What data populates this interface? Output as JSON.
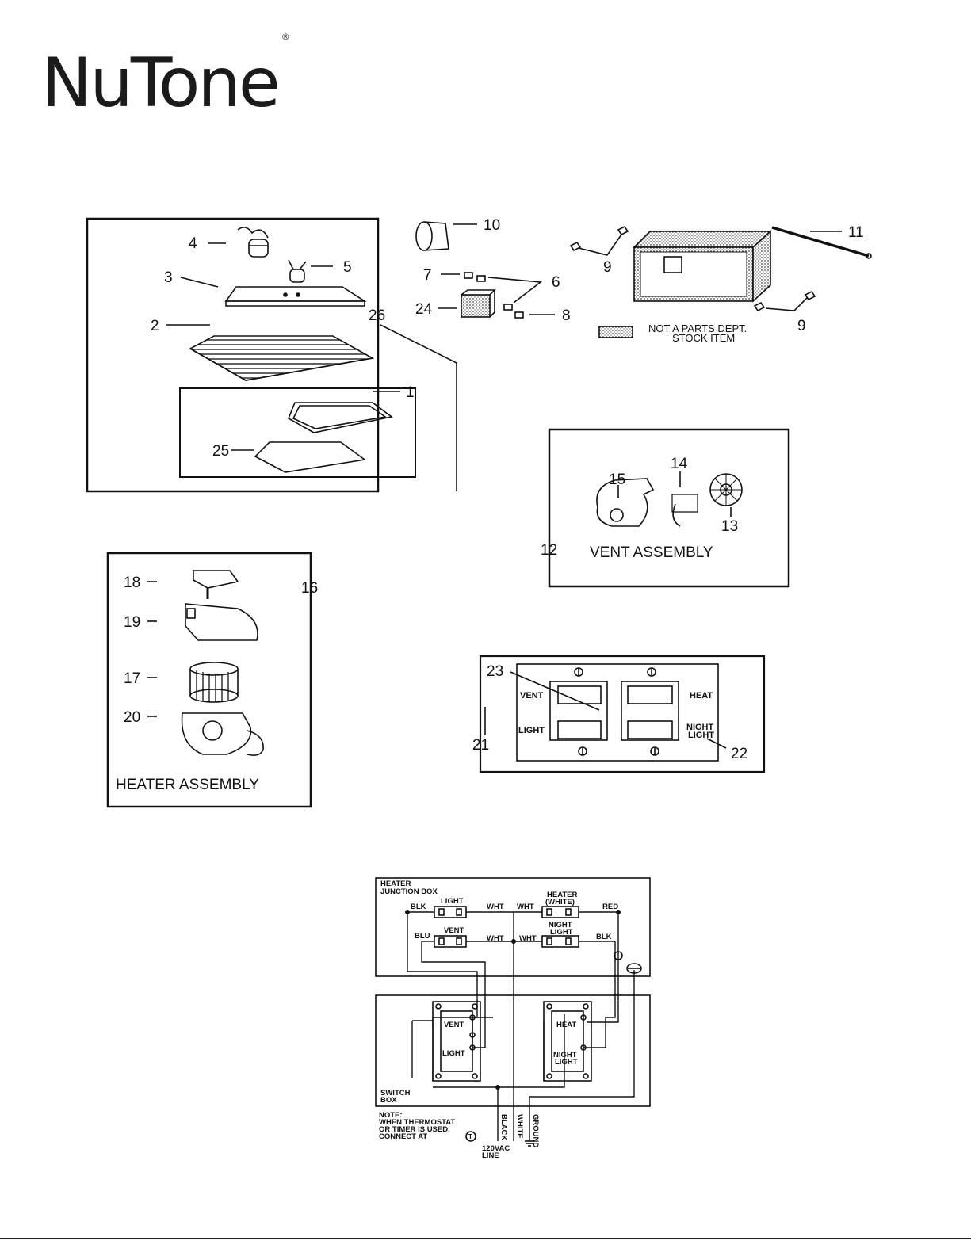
{
  "brand": {
    "name": "NuTone",
    "mark": "®"
  },
  "callouts": {
    "c1": "1",
    "c2": "2",
    "c3": "3",
    "c4": "4",
    "c5": "5",
    "c6": "6",
    "c7": "7",
    "c8": "8",
    "c9a": "9",
    "c9b": "9",
    "c10": "10",
    "c11": "11",
    "c12": "12",
    "c13": "13",
    "c14": "14",
    "c15": "15",
    "c16": "16",
    "c17": "17",
    "c18": "18",
    "c19": "19",
    "c20": "20",
    "c21": "21",
    "c22": "22",
    "c23": "23",
    "c24": "24",
    "c25": "25",
    "c26": "26"
  },
  "notes": {
    "not_stock_line1": "NOT A PARTS DEPT.",
    "not_stock_line2": "STOCK ITEM"
  },
  "assemblies": {
    "vent": "VENT ASSEMBLY",
    "heater": "HEATER ASSEMBLY"
  },
  "switch_plate": {
    "vent": "VENT",
    "light": "LIGHT",
    "heat": "HEAT",
    "night_line1": "NIGHT",
    "night_line2": "LIGHT"
  },
  "wiring": {
    "junction_box_line1": "HEATER",
    "junction_box_line2": "JUNCTION BOX",
    "light": "LIGHT",
    "vent": "VENT",
    "heater_line1": "HEATER",
    "heater_line2": "(WHITE)",
    "night_line1": "NIGHT",
    "night_line2": "LIGHT",
    "blk_left": "BLK",
    "wht_light": "WHT",
    "wht_heater": "WHT",
    "red": "RED",
    "blu": "BLU",
    "wht_vent": "WHT",
    "wht_night": "WHT",
    "blk_right": "BLK",
    "sw_vent": "VENT",
    "sw_light": "LIGHT",
    "sw_heat": "HEAT",
    "sw_night1": "NIGHT",
    "sw_night2": "LIGHT",
    "switch_box_line1": "SWITCH",
    "switch_box_line2": "BOX",
    "note_line1": "NOTE:",
    "note_line2": "WHEN THERMOSTAT",
    "note_line3": "OR TIMER IS USED,",
    "note_line4": "CONNECT AT",
    "note_symbol": "T",
    "black": "BLACK",
    "white": "WHITE",
    "ground": "GROUND",
    "line_line1": "120VAC",
    "line_line2": "LINE"
  }
}
